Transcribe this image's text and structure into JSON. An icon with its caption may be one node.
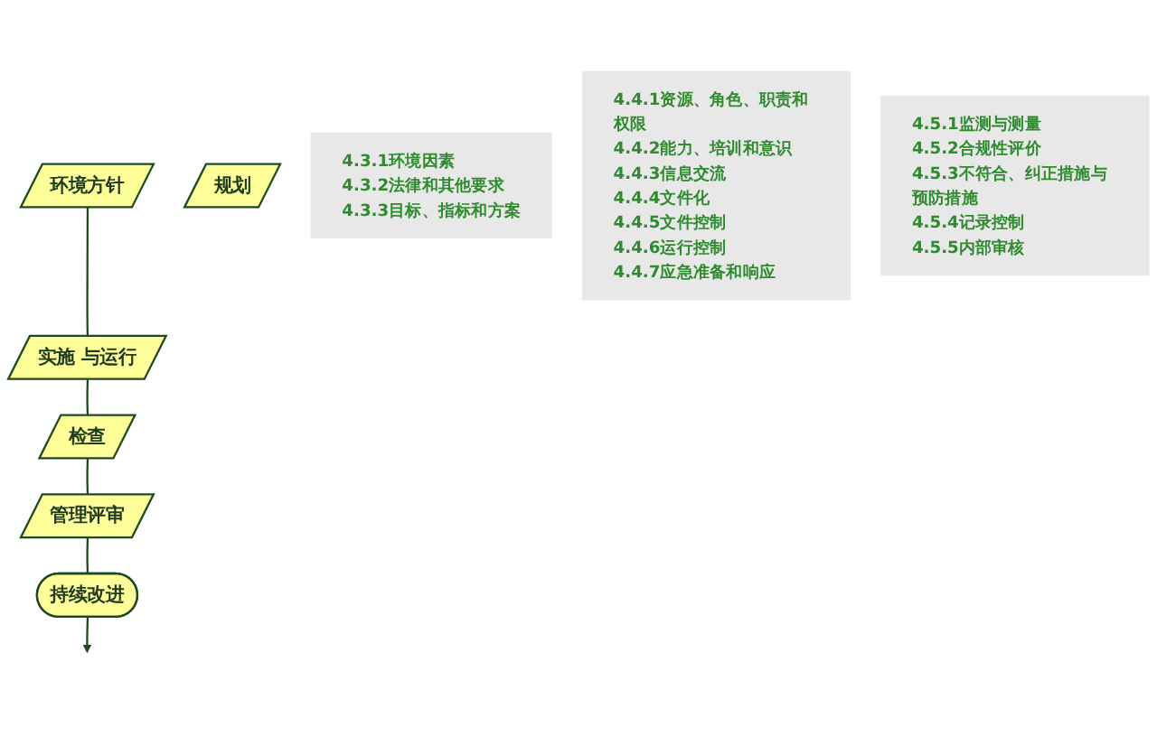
{
  "diagram": {
    "nodes": [
      {
        "text": [
          "持续改进"
        ]
      },
      {
        "text": [
          "管理评审"
        ]
      },
      {
        "text": [
          "环境方针"
        ]
      },
      {
        "text": [
          "检查"
        ]
      },
      {
        "text": [
          "规划"
        ]
      },
      {
        "text": [
          "实施 与运行"
        ]
      },
      {
        "text": [
          "4.3.1环境因素",
          "4.3.2法律和其他要求",
          "4.3.3目标、指标和方案"
        ]
      },
      {
        "text": [
          "4.4.1资源、角色、职责和权限",
          "4.4.2能力、培训和意识",
          "4.4.3信息交流",
          "4.4.4文件化",
          "4.4.5文件控制",
          "4.4.6运行控制",
          "4.4.7应急准备和响应"
        ]
      },
      {
        "text": [
          "4.5.1监测与测量",
          "4.5.2合规性评价",
          "4.5.3不符合、纠正措施与预防措施",
          "4.5.4记录控制",
          "4.5.5内部审核"
        ]
      }
    ],
    "edges": [
      {
        "from": 2,
        "to": 5,
        "arrow": "none"
      },
      {
        "from": 5,
        "to": 3,
        "arrow": "none"
      },
      {
        "from": 3,
        "to": 1,
        "arrow": "none"
      },
      {
        "from": 1,
        "to": 0,
        "arrow": "none"
      },
      {
        "from": 0,
        "to": null,
        "arrow": "to"
      }
    ]
  }
}
